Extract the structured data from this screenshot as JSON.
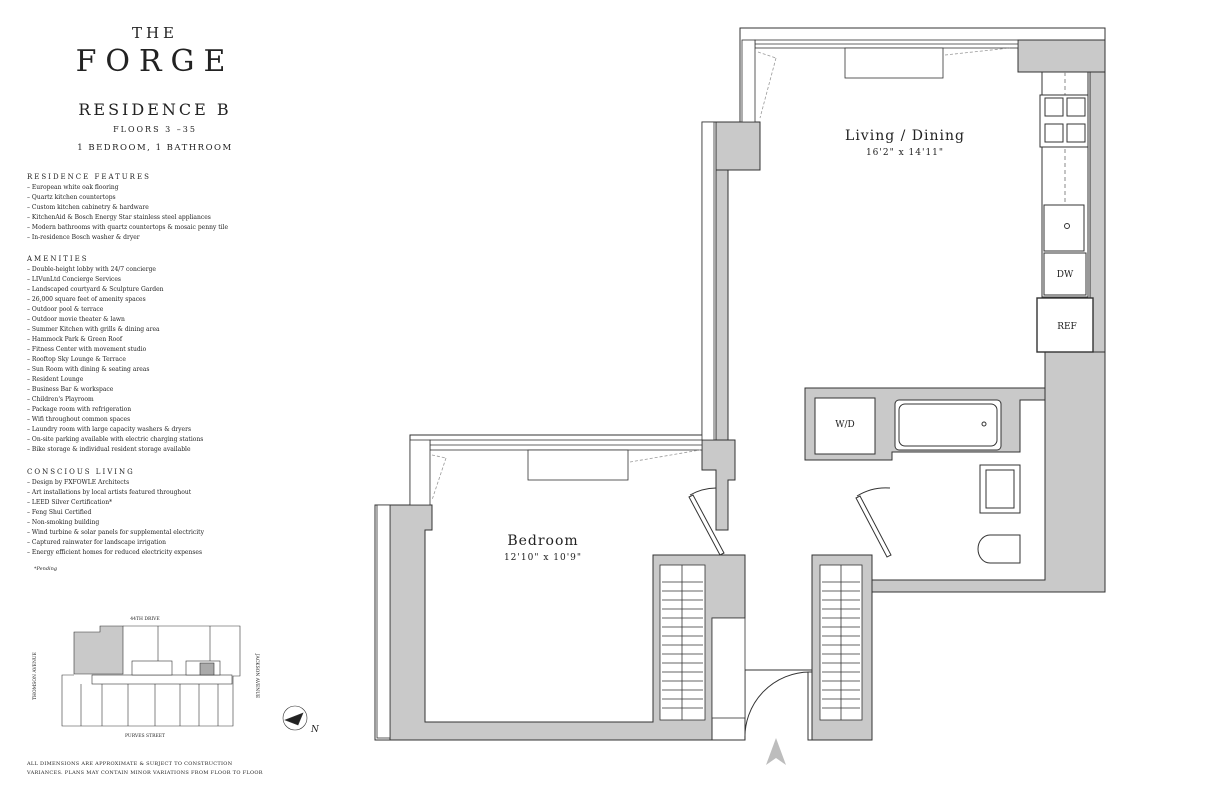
{
  "header": {
    "the": "THE",
    "brand": "FORGE",
    "residence": "RESIDENCE B",
    "floors": "FLOORS 3 –35",
    "rooms": "1 BEDROOM, 1 BATHROOM"
  },
  "features": {
    "title": "RESIDENCE FEATURES",
    "items": [
      "European white oak flooring",
      "Quartz kitchen countertops",
      "Custom kitchen cabinetry & hardware",
      "KitchenAid & Bosch Energy Star stainless steel appliances",
      "Modern bathrooms with quartz countertops & mosaic penny tile",
      "In-residence Bosch washer & dryer"
    ]
  },
  "amenities": {
    "title": "AMENITIES",
    "items": [
      "Double-height lobby with 24/7 concierge",
      "LIVunLtd Concierge Services",
      "Landscaped courtyard & Sculpture Garden",
      "26,000 square feet of amenity spaces",
      "Outdoor pool & terrace",
      "Outdoor movie theater & lawn",
      "Summer Kitchen with grills & dining area",
      "Hammock Park & Green Roof",
      "Fitness Center with movement studio",
      "Rooftop Sky Lounge & Terrace",
      "Sun Room with dining & seating areas",
      "Resident Lounge",
      "Business Bar & workspace",
      "Children's Playroom",
      "Package room with refrigeration",
      "Wifi throughout common spaces",
      "Laundry room with large capacity washers & dryers",
      "On-site parking available with electric charging stations",
      "Bike storage & individual resident storage available"
    ]
  },
  "conscious": {
    "title": "CONSCIOUS LIVING",
    "items": [
      "Design by FXFOWLE Architects",
      "Art installations by local artists featured throughout",
      "LEED Silver Certification*",
      "Feng Shui Certified",
      "Non-smoking building",
      "Wind turbine & solar panels for supplemental electricity",
      "Captured rainwater for landscape irrigation",
      "Energy efficient homes for reduced electricity expenses"
    ]
  },
  "footnote": "*Pending",
  "keyplan": {
    "north_street": "44TH DRIVE",
    "south_street": "PURVES STREET",
    "west_street": "THOMSON AVENUE",
    "east_street": "JACKSON AVENUE",
    "north_label": "N"
  },
  "disclaimer": [
    "ALL DIMENSIONS ARE APPROXIMATE & SUBJECT TO CONSTRUCTION",
    "VARIANCES. PLANS MAY CONTAIN MINOR VARIATIONS FROM FLOOR TO FLOOR"
  ],
  "plan": {
    "living": {
      "name": "Living / Dining",
      "dims": "16'2\" x 14'11\""
    },
    "bedroom": {
      "name": "Bedroom",
      "dims": "12'10\" x 10'9\""
    },
    "appliances": {
      "dw": "DW",
      "ref": "REF",
      "wd": "W/D"
    }
  },
  "colors": {
    "wall": "#c9c9c9",
    "line": "#333333",
    "arrow": "#bdbdbd"
  }
}
